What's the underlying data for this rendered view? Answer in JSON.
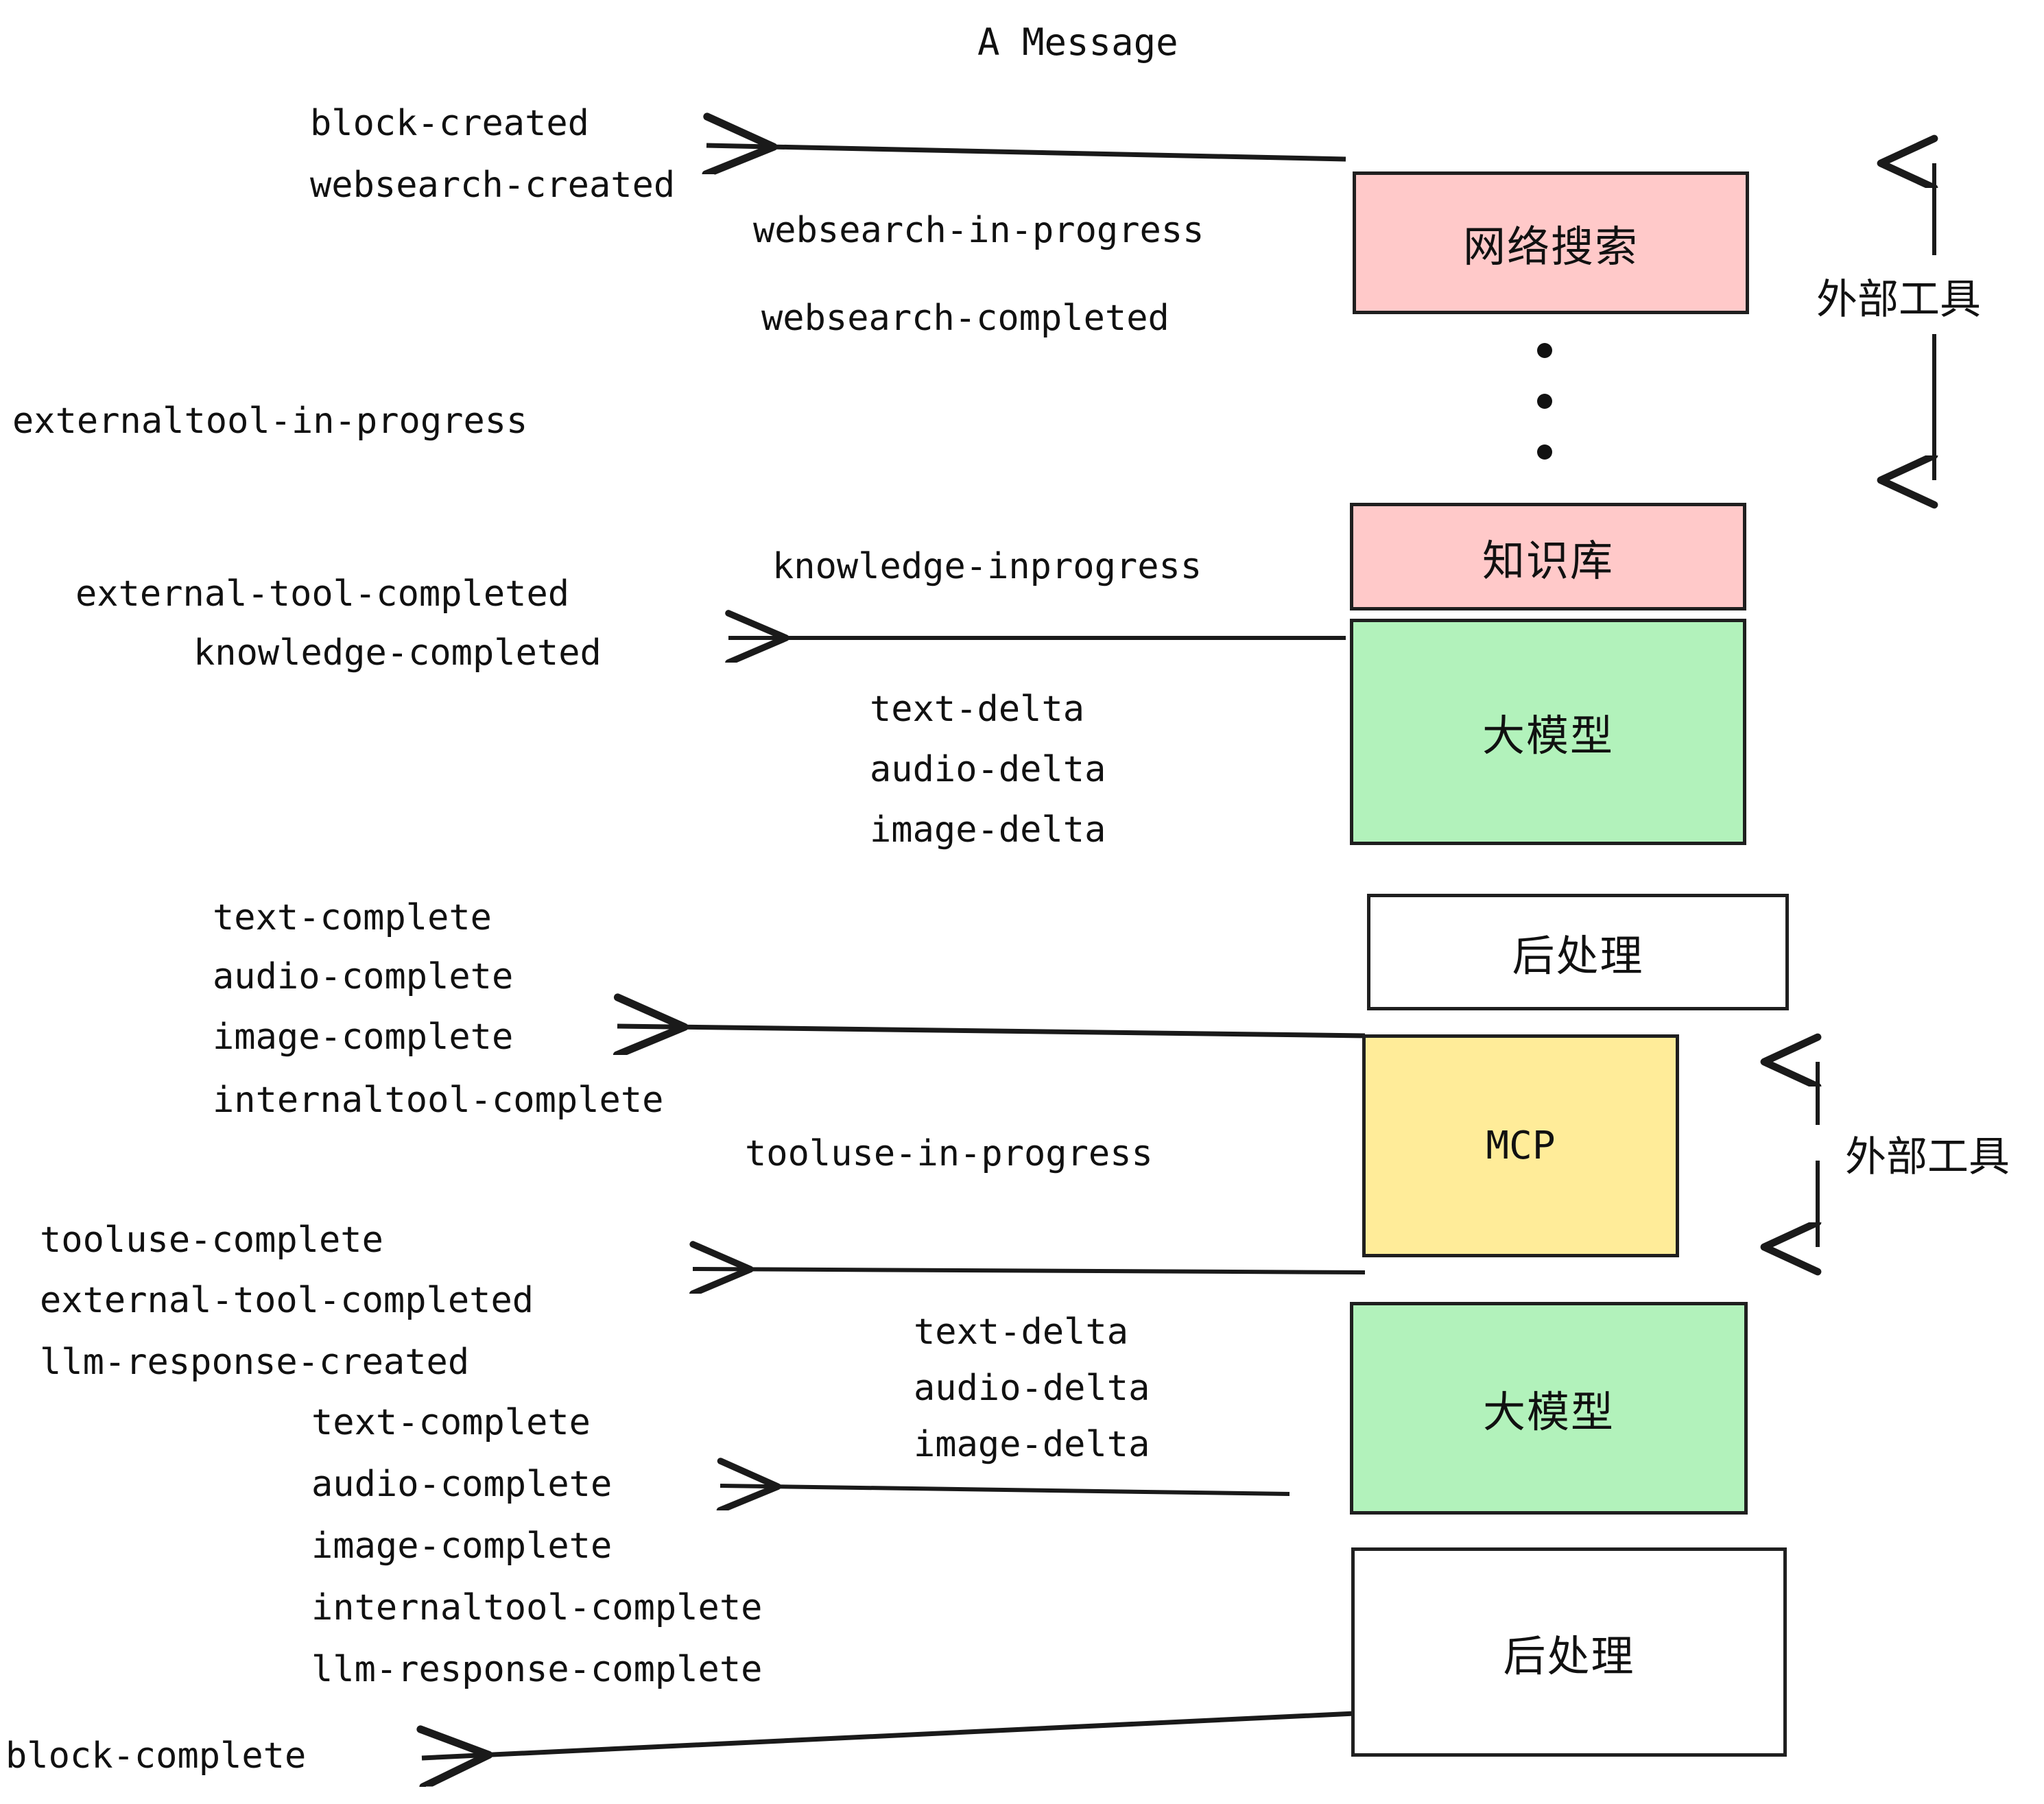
{
  "diagram": {
    "title": "A Message",
    "colors": {
      "pink": "#FFC9C9",
      "green": "#B2F2BB",
      "yellow": "#FFEC99",
      "white": "#FFFFFF",
      "stroke": "#1F1F1F"
    },
    "nodes": [
      {
        "id": "websearch",
        "label": "网络搜索",
        "fill": "#FFC9C9"
      },
      {
        "id": "knowledge",
        "label": "知识库",
        "fill": "#FFC9C9"
      },
      {
        "id": "llm-1",
        "label": "大模型",
        "fill": "#B2F2BB"
      },
      {
        "id": "postprocess-1",
        "label": "后处理",
        "fill": "#FFFFFF"
      },
      {
        "id": "mcp",
        "label": "MCP",
        "fill": "#FFEC99"
      },
      {
        "id": "llm-2",
        "label": "大模型",
        "fill": "#B2F2BB"
      },
      {
        "id": "postprocess-2",
        "label": "后处理",
        "fill": "#FFFFFF"
      }
    ],
    "group_labels": [
      {
        "id": "external-tools-top",
        "label": "外部工具"
      },
      {
        "id": "external-tools-bottom",
        "label": "外部工具"
      }
    ],
    "events": [
      {
        "id": "block-created",
        "text": "block-created"
      },
      {
        "id": "websearch-created",
        "text": "websearch-created"
      },
      {
        "id": "websearch-in-progress",
        "text": "websearch-in-progress"
      },
      {
        "id": "websearch-completed",
        "text": "websearch-completed"
      },
      {
        "id": "externaltool-in-progress",
        "text": "externaltool-in-progress"
      },
      {
        "id": "knowledge-inprogress",
        "text": "knowledge-inprogress"
      },
      {
        "id": "external-tool-completed-1",
        "text": "external-tool-completed"
      },
      {
        "id": "knowledge-completed",
        "text": "knowledge-completed"
      },
      {
        "id": "text-delta-1",
        "text": "text-delta"
      },
      {
        "id": "audio-delta-1",
        "text": "audio-delta"
      },
      {
        "id": "image-delta-1",
        "text": "image-delta"
      },
      {
        "id": "text-complete-1",
        "text": "text-complete"
      },
      {
        "id": "audio-complete-1",
        "text": "audio-complete"
      },
      {
        "id": "image-complete-1",
        "text": "image-complete"
      },
      {
        "id": "internaltool-complete-1",
        "text": "internaltool-complete"
      },
      {
        "id": "tooluse-in-progress",
        "text": "tooluse-in-progress"
      },
      {
        "id": "tooluse-complete",
        "text": "tooluse-complete"
      },
      {
        "id": "external-tool-completed-2",
        "text": "external-tool-completed"
      },
      {
        "id": "llm-response-created",
        "text": "llm-response-created"
      },
      {
        "id": "text-delta-2",
        "text": "text-delta"
      },
      {
        "id": "audio-delta-2",
        "text": "audio-delta"
      },
      {
        "id": "image-delta-2",
        "text": "image-delta"
      },
      {
        "id": "text-complete-2",
        "text": "text-complete"
      },
      {
        "id": "audio-complete-2",
        "text": "audio-complete"
      },
      {
        "id": "image-complete-2",
        "text": "image-complete"
      },
      {
        "id": "internaltool-complete-2",
        "text": "internaltool-complete"
      },
      {
        "id": "llm-response-complete",
        "text": "llm-response-complete"
      },
      {
        "id": "block-complete",
        "text": "block-complete"
      }
    ]
  }
}
